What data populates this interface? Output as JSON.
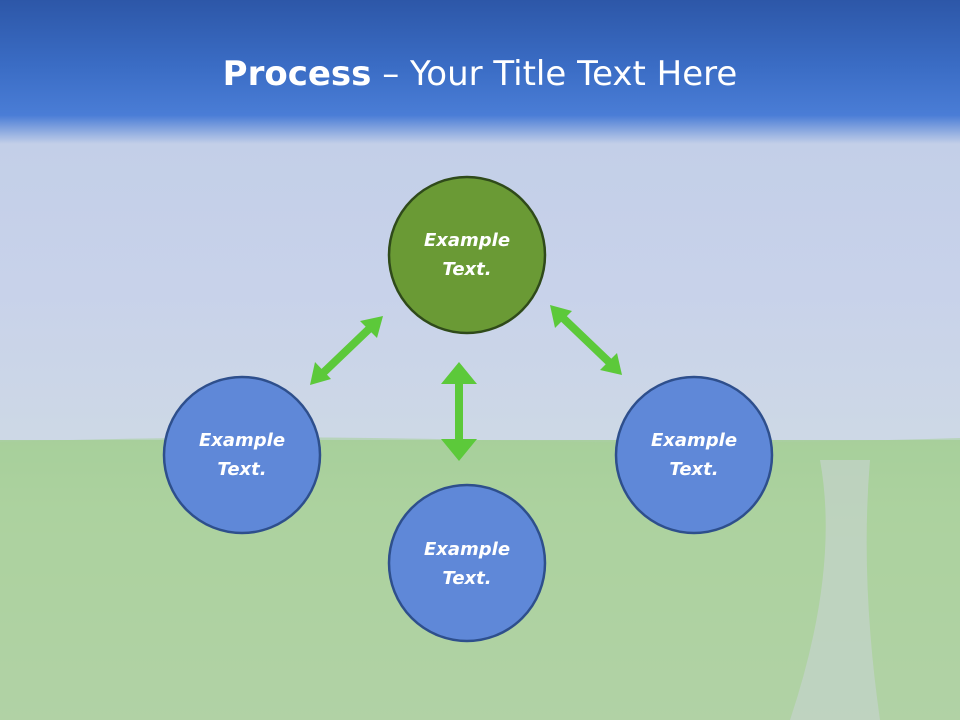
{
  "title": {
    "bold": "Process",
    "separator": " – ",
    "rest": "Your Title Text Here"
  },
  "nodes": [
    {
      "id": "top",
      "line1": "Example",
      "line2": "Text.",
      "fill": "#6a9a35",
      "stroke": "#2f4a1a"
    },
    {
      "id": "left",
      "line1": "Example",
      "line2": "Text.",
      "fill": "#5f88d8",
      "stroke": "#2e4f8c"
    },
    {
      "id": "bottom",
      "line1": "Example",
      "line2": "Text.",
      "fill": "#5f88d8",
      "stroke": "#2e4f8c"
    },
    {
      "id": "right",
      "line1": "Example",
      "line2": "Text.",
      "fill": "#5f88d8",
      "stroke": "#2e4f8c"
    }
  ],
  "colors": {
    "arrow": "#5cc93a",
    "title_bar": "#3a6cc4"
  }
}
